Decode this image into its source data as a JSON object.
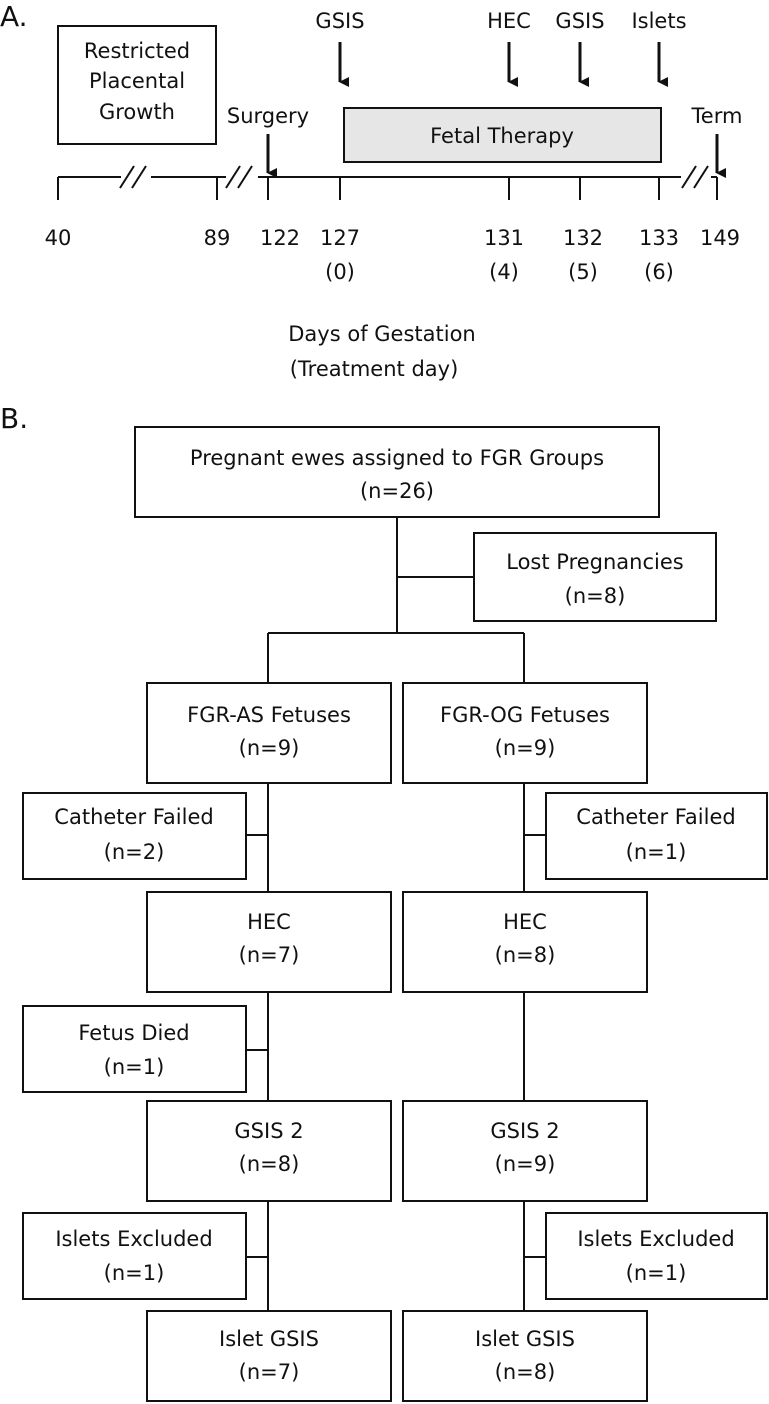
{
  "panel_a": {
    "label": "A.",
    "restricted_box": [
      "Restricted",
      "Placental",
      "Growth"
    ],
    "arrows": {
      "surgery": "Surgery",
      "gsis_1": "GSIS",
      "hec": "HEC",
      "gsis_2": "GSIS",
      "islets": "Islets",
      "term": "Term"
    },
    "therapy_bar": "Fetal Therapy",
    "ticks": [
      "40",
      "89",
      "122",
      "127",
      "131",
      "132",
      "133",
      "149"
    ],
    "treatment_days": [
      "(0)",
      "(4)",
      "(5)",
      "(6)"
    ],
    "axis_title": "Days of Gestation",
    "axis_subtitle": "(Treatment day)"
  },
  "panel_b": {
    "label": "B.",
    "top": {
      "title": "Pregnant ewes assigned to FGR Groups",
      "n": "(n=26)"
    },
    "lost": {
      "title": "Lost Pregnancies",
      "n": "(n=8)"
    },
    "left": {
      "group": {
        "title": "FGR-AS Fetuses",
        "n": "(n=9)"
      },
      "catheter": {
        "title": "Catheter Failed",
        "n": "(n=2)"
      },
      "hec": {
        "title": "HEC",
        "n": "(n=7)"
      },
      "died": {
        "title": "Fetus Died",
        "n": "(n=1)"
      },
      "gsis2": {
        "title": "GSIS 2",
        "n": "(n=8)"
      },
      "excluded": {
        "title": "Islets Excluded",
        "n": "(n=1)"
      },
      "islet": {
        "title": "Islet GSIS",
        "n": "(n=7)"
      }
    },
    "right": {
      "group": {
        "title": "FGR-OG Fetuses",
        "n": "(n=9)"
      },
      "catheter": {
        "title": "Catheter Failed",
        "n": "(n=1)"
      },
      "hec": {
        "title": "HEC",
        "n": "(n=8)"
      },
      "gsis2": {
        "title": "GSIS 2",
        "n": "(n=9)"
      },
      "excluded": {
        "title": "Islets Excluded",
        "n": "(n=1)"
      },
      "islet": {
        "title": "Islet GSIS",
        "n": "(n=8)"
      }
    }
  }
}
